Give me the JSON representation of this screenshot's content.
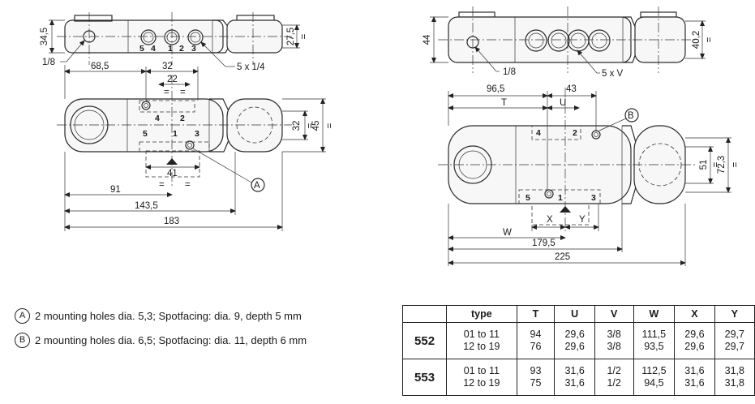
{
  "left_view": {
    "top": {
      "height_dims": [
        "34,5",
        "27,5"
      ],
      "port_labels": [
        "5",
        "4",
        "1",
        "2",
        "3"
      ],
      "thread_label": "1/8",
      "ports_label": "5 x 1/4"
    },
    "plan": {
      "dims": [
        "68,5",
        "32",
        "22",
        "41",
        "91",
        "143,5",
        "183",
        "32",
        "45"
      ],
      "port_labels": [
        "4",
        "2",
        "5",
        "1",
        "3"
      ],
      "callout": "A"
    }
  },
  "right_view": {
    "top": {
      "height_dims": [
        "44",
        "40,2"
      ],
      "thread_label": "1/8",
      "ports_label": "5 x V"
    },
    "plan": {
      "dims": [
        "96,5",
        "43",
        "T",
        "U",
        "W",
        "179,5",
        "225",
        "X",
        "Y",
        "51",
        "72,3"
      ],
      "port_labels": [
        "4",
        "2",
        "5",
        "1",
        "3"
      ],
      "callout": "B"
    }
  },
  "equal_mark": "=",
  "notes": [
    {
      "id": "A",
      "text": "2 mounting holes dia. 5,3; Spotfacing: dia. 9, depth 5 mm"
    },
    {
      "id": "B",
      "text": "2 mounting holes dia. 6,5; Spotfacing: dia. 11, depth 6 mm"
    }
  ],
  "table": {
    "headers": [
      "",
      "type",
      "T",
      "U",
      "V",
      "W",
      "X",
      "Y"
    ],
    "rows": [
      {
        "model": "552",
        "types": [
          "01 to 11",
          "12 to 19"
        ],
        "T": [
          "94",
          "76"
        ],
        "U": [
          "29,6",
          "29,6"
        ],
        "V": [
          "3/8",
          "3/8"
        ],
        "W": [
          "111,5",
          "93,5"
        ],
        "X": [
          "29,6",
          "29,6"
        ],
        "Y": [
          "29,7",
          "29,7"
        ]
      },
      {
        "model": "553",
        "types": [
          "01 to 11",
          "12 to 19"
        ],
        "T": [
          "93",
          "75"
        ],
        "U": [
          "31,6",
          "31,6"
        ],
        "V": [
          "1/2",
          "1/2"
        ],
        "W": [
          "112,5",
          "94,5"
        ],
        "X": [
          "31,6",
          "31,6"
        ],
        "Y": [
          "31,8",
          "31,8"
        ]
      }
    ]
  }
}
